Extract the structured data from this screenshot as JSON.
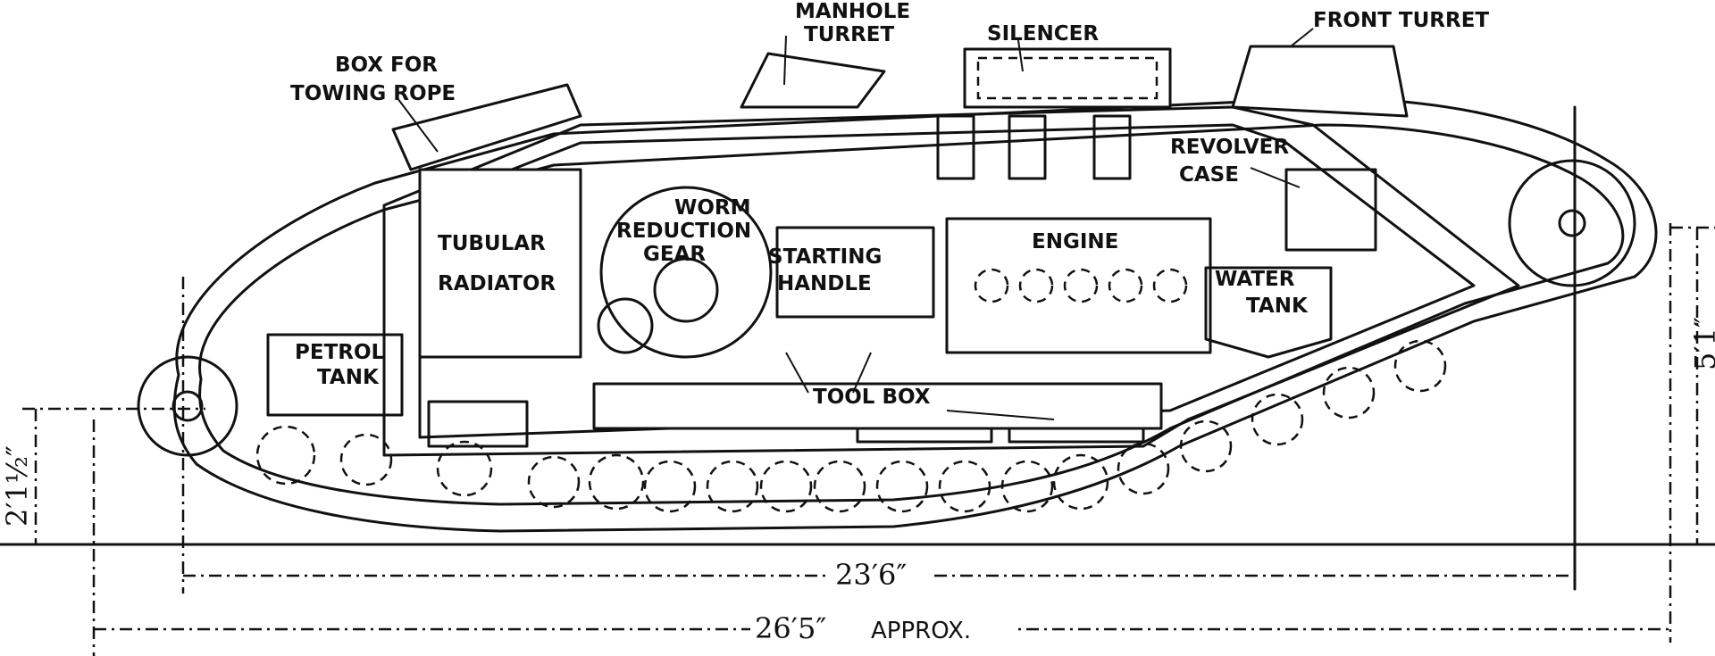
{
  "labels": {
    "manhole_turret_1": "MANHOLE",
    "manhole_turret_2": "TURRET",
    "silencer": "SILENCER",
    "front_turret": "FRONT TURRET",
    "box_towing_1": "BOX FOR",
    "box_towing_2": "TOWING ROPE",
    "revolver_1": "REVOLVER",
    "revolver_2": "CASE",
    "tubular_1": "TUBULAR",
    "tubular_2": "RADIATOR",
    "worm_1": "WORM",
    "worm_2": "REDUCTION",
    "worm_3": "GEAR",
    "starting_1": "STARTING",
    "starting_2": "HANDLE",
    "engine": "ENGINE",
    "water_1": "WATER",
    "water_2": "TANK",
    "petrol_1": "PETROL",
    "petrol_2": "TANK",
    "tool_box": "TOOL BOX"
  },
  "dimensions": {
    "track_length": "23′6″",
    "overall_length": "26′5″",
    "overall_suffix": "APPROX.",
    "height": "5′1″",
    "clearance": "2′1½″"
  }
}
